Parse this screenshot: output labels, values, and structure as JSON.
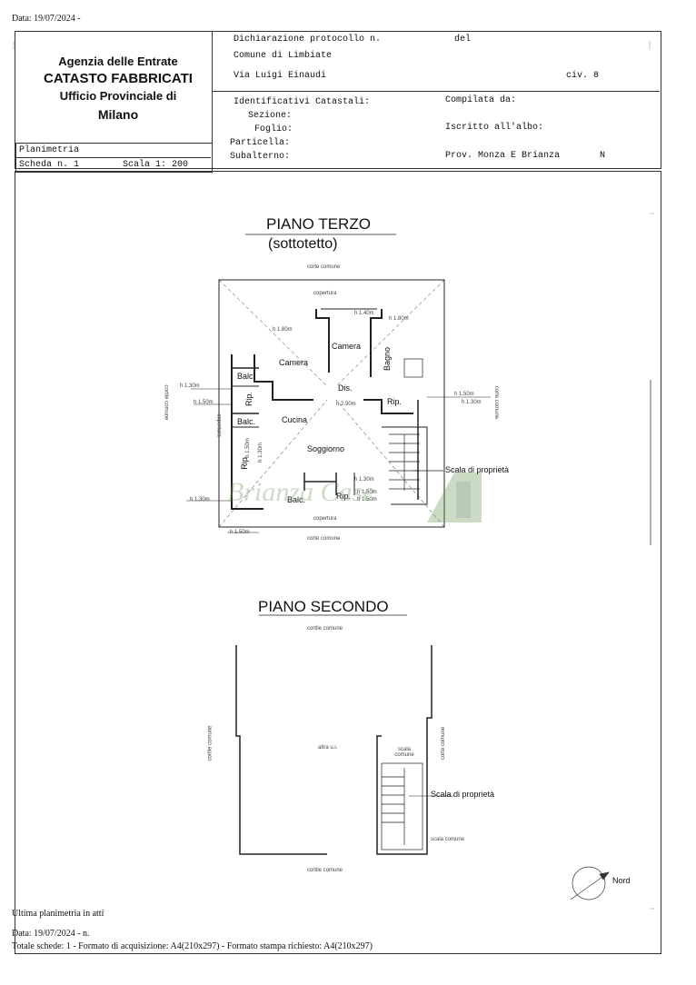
{
  "header_date": "Data: 19/07/2024 -",
  "agency": {
    "line1": "Agenzia delle Entrate",
    "line2": "CATASTO FABBRICATI",
    "line3": "Ufficio Provinciale di",
    "line4": "Milano"
  },
  "declaration": {
    "protocol": "Dichiarazione protocollo n.",
    "del": "del",
    "comune": "Comune di Limbiate",
    "via": "Via Luigi Einaudi",
    "civ": "civ. 8",
    "identificativi": "Identificativi Catastali:",
    "sezione": "Sezione:",
    "foglio": "Foglio:",
    "particella": "Particella:",
    "subalterno": "Subalterno:",
    "compilata": "Compilata da:",
    "iscritto": "Iscritto all'albo:",
    "prov": "Prov. Monza E Brianza",
    "prov_n": "N"
  },
  "planimetria": {
    "title": "Planimetria",
    "scheda": "Scheda n. 1",
    "scala": "Scala 1: 200"
  },
  "floor3": {
    "title": "PIANO TERZO",
    "subtitle": "(sottotetto)",
    "rooms": {
      "camera1": "Camera",
      "camera2": "Camera",
      "bagno": "Bagno",
      "dis": "Dis.",
      "balc1": "Balc.",
      "balc2": "Balc.",
      "balc3": "Balc.",
      "rip1": "Rip.",
      "rip2": "Rip.",
      "rip3": "Rip.",
      "rip4": "Rip",
      "cucina": "Cucina",
      "soggiorno": "Soggiorno",
      "scala": "Scala di proprietà"
    },
    "notes": {
      "corte_top": "corte comune",
      "copertura_top": "copertura",
      "corte_bottom": "corte comune",
      "copertura_bottom": "copertura",
      "cortile_left": "cortile comune",
      "copertura_left": "copertura",
      "corte_right": "corte comune",
      "h1": "h 1.30m",
      "h2": "h 1.50m",
      "h3": "h 1.30m",
      "h4": "h 1.50m",
      "h5": "h 1.50m",
      "h6": "h 1.30m",
      "h7": "h 1.40m",
      "h8": "h 1.80m",
      "h9": "h 1.80m",
      "h10": "h 2.90m",
      "h11": "h 1.30m",
      "h12": "h 1.50m",
      "h13": "h 1.50m",
      "h14": "h 1.50m",
      "h15": "h 1.30m"
    }
  },
  "floor2": {
    "title": "PIANO SECONDO",
    "cortile_top": "cortile comune",
    "cortile_bottom": "cortile comune",
    "cortile_left": "cortile comune",
    "corte_right": "corte comune",
    "altra": "altra u.i.",
    "scala_comune": "scala comune",
    "scala_comune_bottom": "scala comune",
    "scala": "Scala di proprietà"
  },
  "north": "Nord",
  "watermark": "Brianza Case",
  "footer": {
    "ultima": "Ultima planimetria in atti",
    "date": "Data: 19/07/2024 - n.",
    "totale": "Totale schede: 1 - Formato di acquisizione: A4(210x297)  - Formato stampa richiesto: A4(210x297)"
  }
}
